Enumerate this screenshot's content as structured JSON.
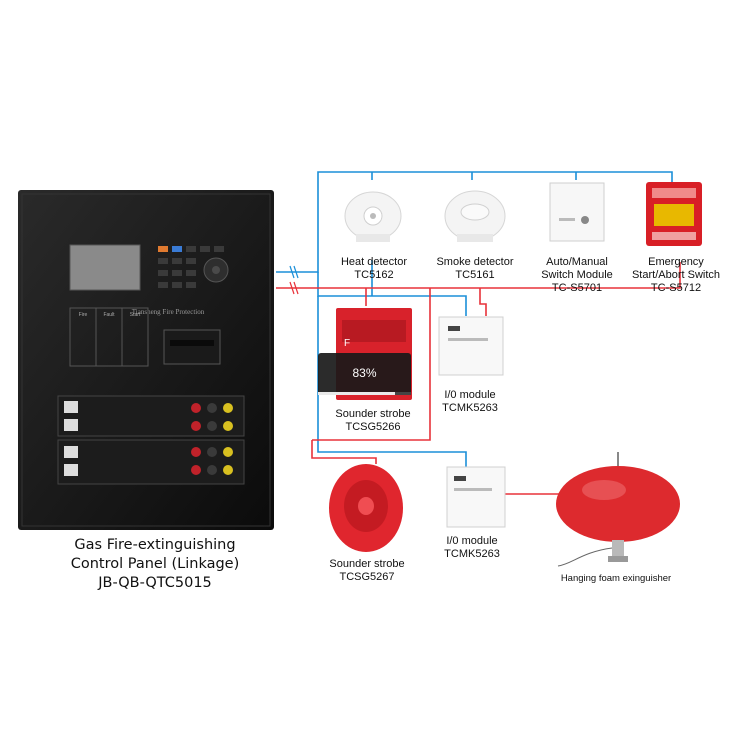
{
  "panel": {
    "brand": "Tiansheng Fire Protection",
    "caption": [
      "Gas Fire-extinguishing",
      "Control Panel (Linkage)",
      "JB-QB-QTC5015"
    ],
    "key_labels": [
      "Fire",
      "Fault",
      "Start"
    ]
  },
  "devices": {
    "heat_detector": [
      "Heat detector",
      "TC5162"
    ],
    "smoke_detector": [
      "Smoke detector",
      "TC5161"
    ],
    "switch_module": [
      "Auto/Manual",
      "Switch Module",
      "TC-S5701"
    ],
    "emergency_switch": [
      "Emergency",
      "Start/Abort Switch",
      "TC-S5712"
    ],
    "sounder_strobe_1": [
      "Sounder strobe",
      "TCSG5266"
    ],
    "io_module_1": [
      "I/0 module",
      "TCMK5263"
    ],
    "sounder_strobe_2": [
      "Sounder strobe",
      "TCSG5267"
    ],
    "io_module_2": [
      "I/0 module",
      "TCMK5263"
    ],
    "extinguisher": [
      "Hanging foam exinguisher"
    ]
  },
  "progress": {
    "label": "83%",
    "value": 0.83
  },
  "colors": {
    "bus_blue": "#1b8fd8",
    "bus_red": "#e8323a"
  }
}
